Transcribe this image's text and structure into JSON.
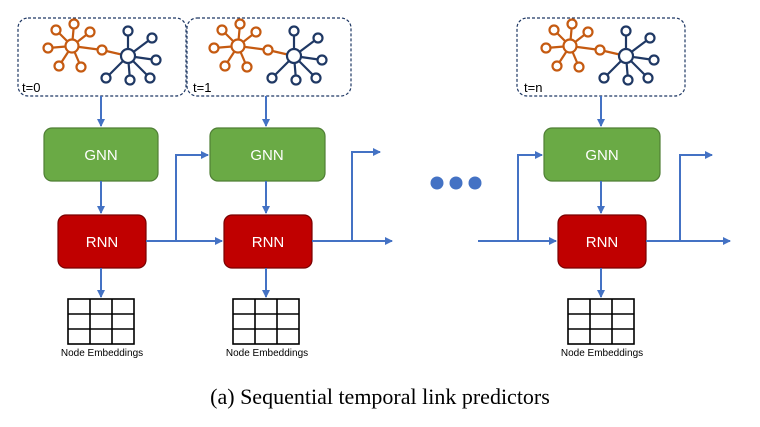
{
  "colors": {
    "gnn_fill": "#6aaa45",
    "gnn_stroke": "#4f7f35",
    "rnn_fill": "#c00000",
    "rnn_stroke": "#7a0000",
    "arrow": "#4472c4",
    "graph_orange": "#c55a11",
    "graph_navy": "#1f3864",
    "dots": "#4472c4"
  },
  "columns": [
    {
      "time_label": "t=0",
      "gnn_label": "GNN",
      "rnn_label": "RNN",
      "embeddings_label": "Node Embeddings"
    },
    {
      "time_label": "t=1",
      "gnn_label": "GNN",
      "rnn_label": "RNN",
      "embeddings_label": "Node Embeddings"
    },
    {
      "time_label": "t=n",
      "gnn_label": "GNN",
      "rnn_label": "RNN",
      "embeddings_label": "Node Embeddings"
    }
  ],
  "caption": "(a) Sequential temporal link predictors"
}
